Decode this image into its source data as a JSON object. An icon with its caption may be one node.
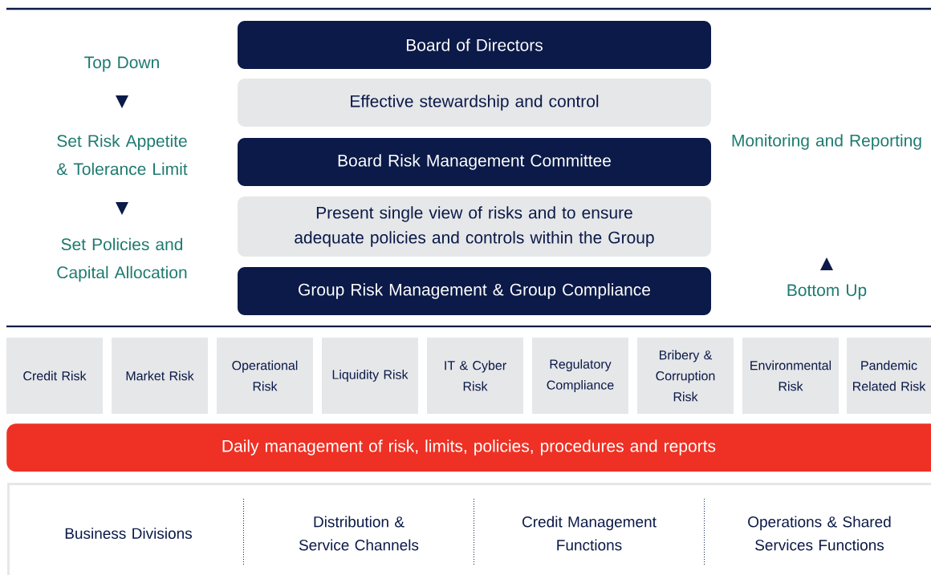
{
  "diagram": {
    "nodes": [
      {
        "text": [
          "Board of Directors"
        ]
      },
      {
        "text": [
          "Effective stewardship and control"
        ]
      },
      {
        "text": [
          "Board Risk Management Committee"
        ]
      },
      {
        "text": [
          "Present single view of risks and to ensure adequate policies and controls within the Group"
        ]
      },
      {
        "text": [
          "Group Risk Management & Group Compliance"
        ]
      },
      {
        "text": [
          "Credit Risk"
        ]
      },
      {
        "text": [
          "Market Risk"
        ]
      },
      {
        "text": [
          "Operational Risk"
        ]
      },
      {
        "text": [
          "Liquidity Risk"
        ]
      },
      {
        "text": [
          "IT & Cyber Risk"
        ]
      },
      {
        "text": [
          "Regulatory Compliance"
        ]
      },
      {
        "text": [
          "Bribery & Corruption Risk"
        ]
      },
      {
        "text": [
          "Environmental Risk"
        ]
      },
      {
        "text": [
          "Pandemic Related Risk"
        ]
      },
      {
        "text": [
          "Daily management of risk, limits, policies, procedures and reports"
        ]
      },
      {
        "text": [
          "Business Divisions",
          "Distribution & Service Channels",
          "Credit Management Functions",
          "Operations & Shared Services Functions"
        ]
      }
    ],
    "labels": [
      "Top Down",
      "Set Risk Appetite & Tolerance Limit",
      "Set Policies and Capital Allocation",
      "Monitoring and Reporting",
      "Bottom Up"
    ]
  }
}
